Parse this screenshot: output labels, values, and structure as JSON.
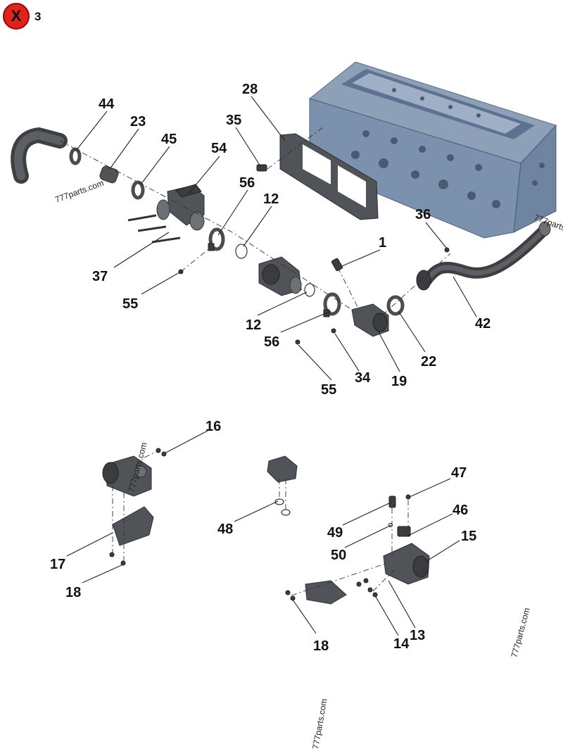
{
  "badge": {
    "icon_letter": "X",
    "number": "3",
    "color": "#e0231c"
  },
  "watermark": "777parts.com",
  "callouts": {
    "c1": "1",
    "c12a": "12",
    "c12b": "12",
    "c13": "13",
    "c14": "14",
    "c15": "15",
    "c16": "16",
    "c17": "17",
    "c18a": "18",
    "c18b": "18",
    "c19": "19",
    "c22": "22",
    "c23": "23",
    "c28": "28",
    "c34": "34",
    "c35": "35",
    "c36": "36",
    "c37": "37",
    "c42": "42",
    "c44": "44",
    "c45": "45",
    "c46": "46",
    "c47": "47",
    "c48": "48",
    "c49": "49",
    "c50": "50",
    "c54": "54",
    "c55a": "55",
    "c55b": "55",
    "c56a": "56",
    "c56b": "56"
  },
  "colors": {
    "cylinder_head": "#7c91ad",
    "parts": "#505357",
    "callout_text": "#111111"
  }
}
